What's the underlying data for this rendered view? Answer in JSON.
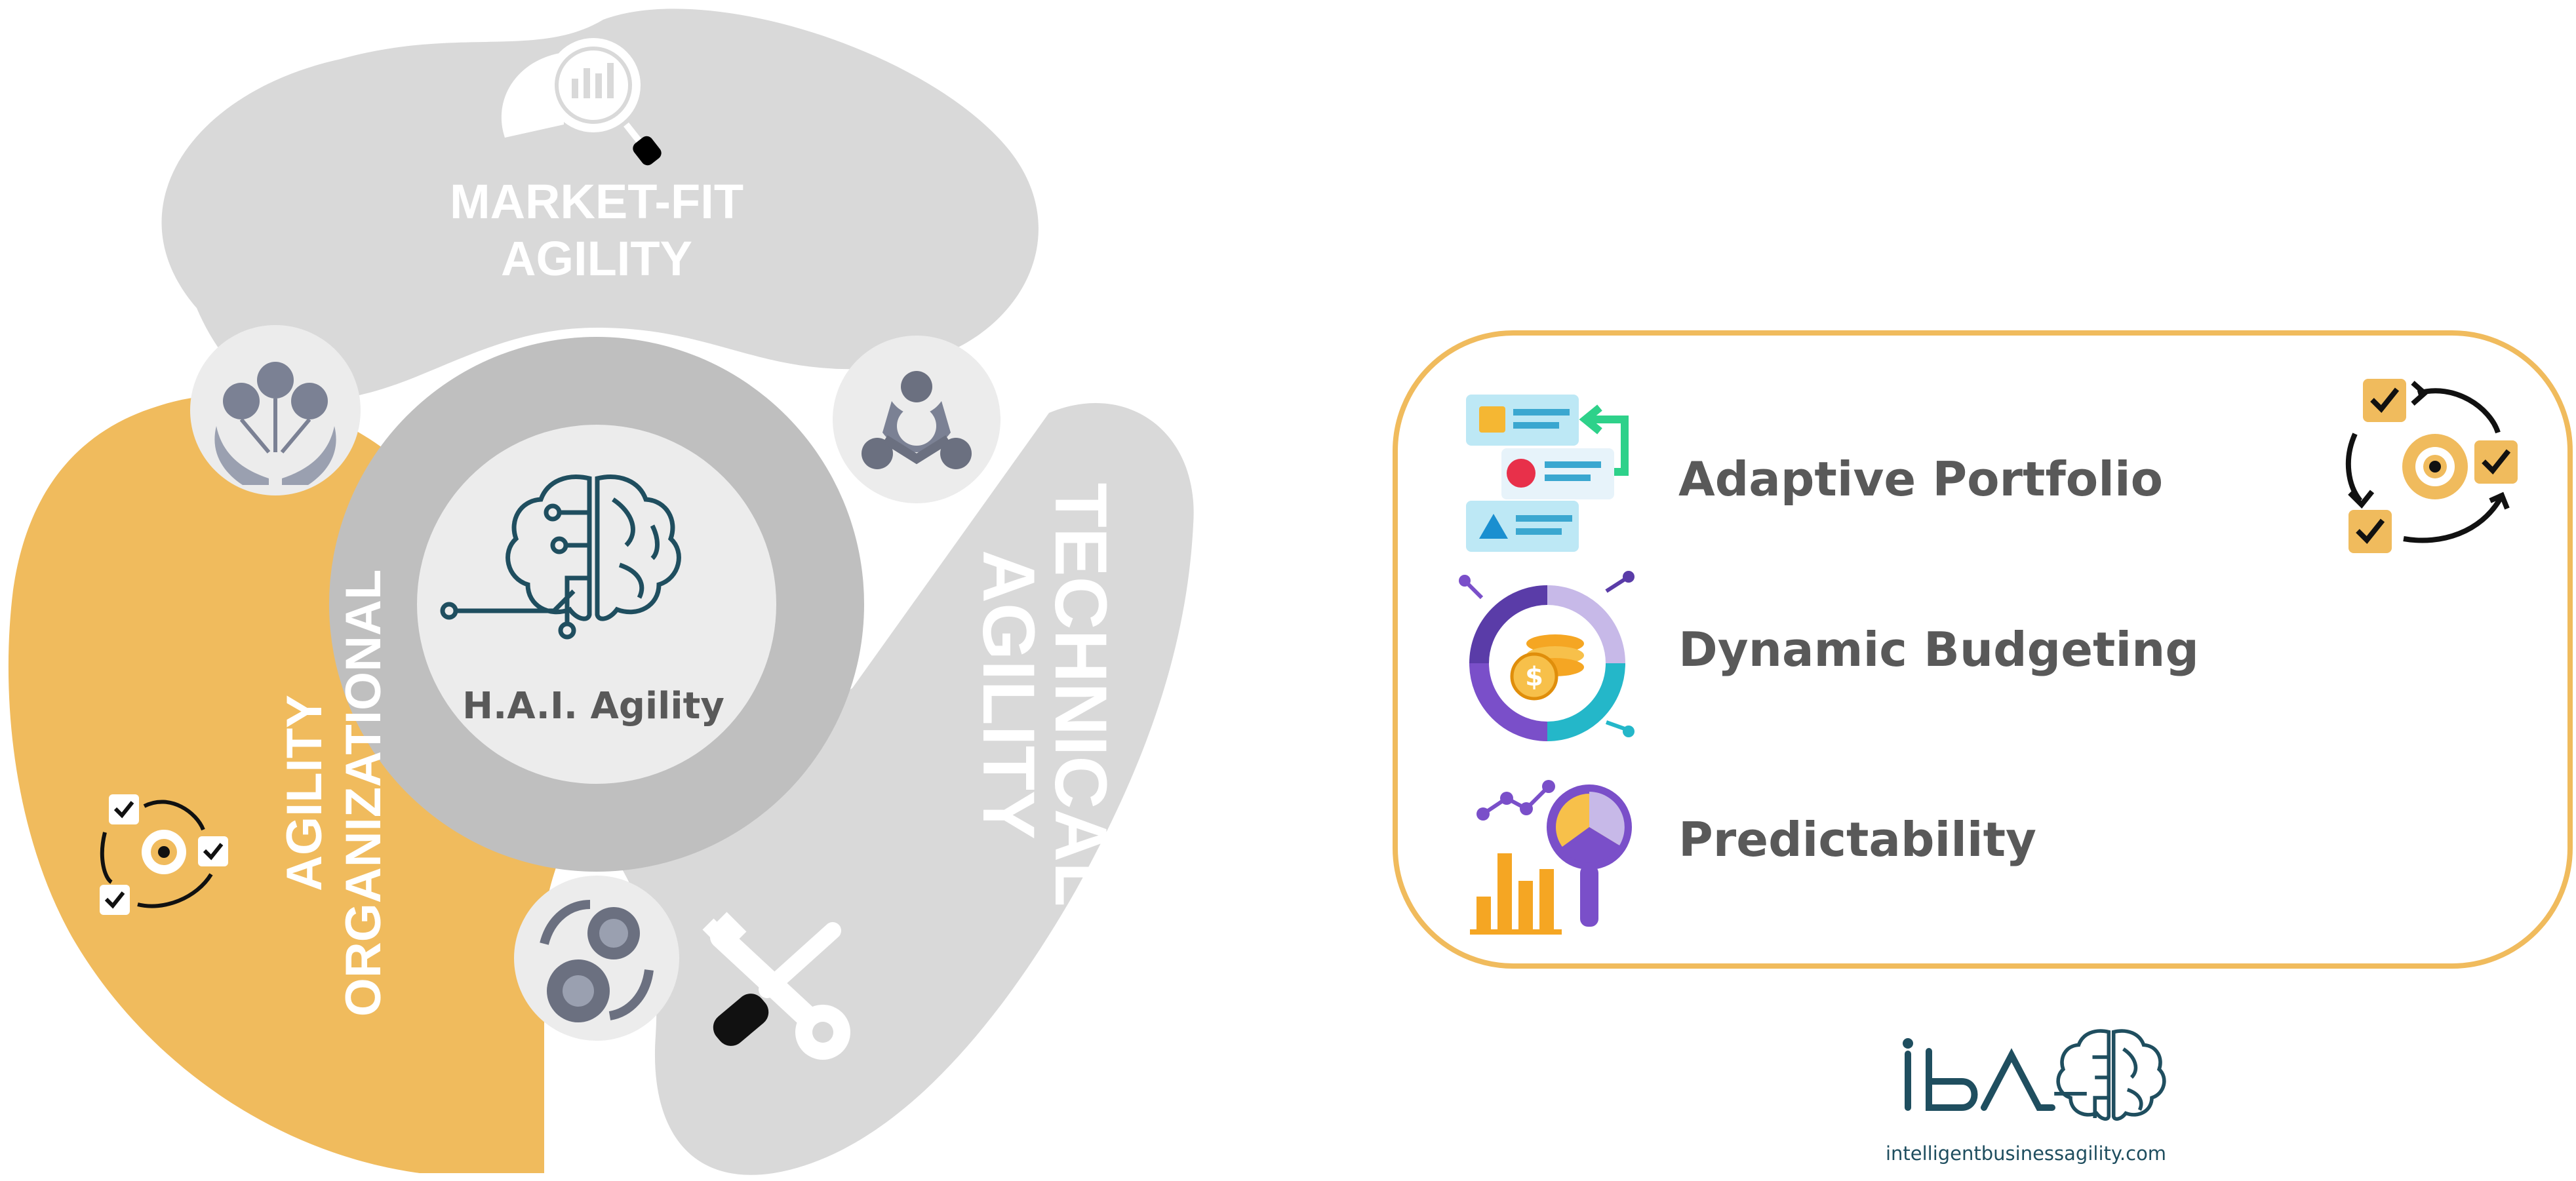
{
  "segments": {
    "market_fit": {
      "line1": "MARKET-FIT",
      "line2": "AGILITY"
    },
    "technical": {
      "line1": "TECHNICAL",
      "line2": "AGILITY"
    },
    "organizational": {
      "line1": "ORGANIZATIONAL",
      "line2": "AGILITY"
    }
  },
  "hub": {
    "label": "H.A.I. Agility"
  },
  "panel": {
    "items": [
      {
        "label": "Adaptive Portfolio",
        "icon": "portfolio-cards-icon"
      },
      {
        "label": "Dynamic Budgeting",
        "icon": "budget-coins-icon"
      },
      {
        "label": "Predictability",
        "icon": "analytics-magnifier-icon"
      }
    ],
    "corner_icon": "gear-cycle-checklist-icon"
  },
  "logo": {
    "url": "intelligentbusinessagility.com"
  },
  "colors": {
    "petal_gray": "#d9d9d9",
    "petal_orange": "#f0bb5d",
    "ring_gray": "#bfbfbf",
    "hub_fill": "#ececec",
    "panel_border": "#f0bb5d",
    "text_gray": "#595959",
    "brain_teal": "#1f4e5f",
    "accent_green": "#2ed18a",
    "accent_red": "#e8304a",
    "accent_purple": "#7a4fc9",
    "accent_cyan": "#24b7c9"
  }
}
